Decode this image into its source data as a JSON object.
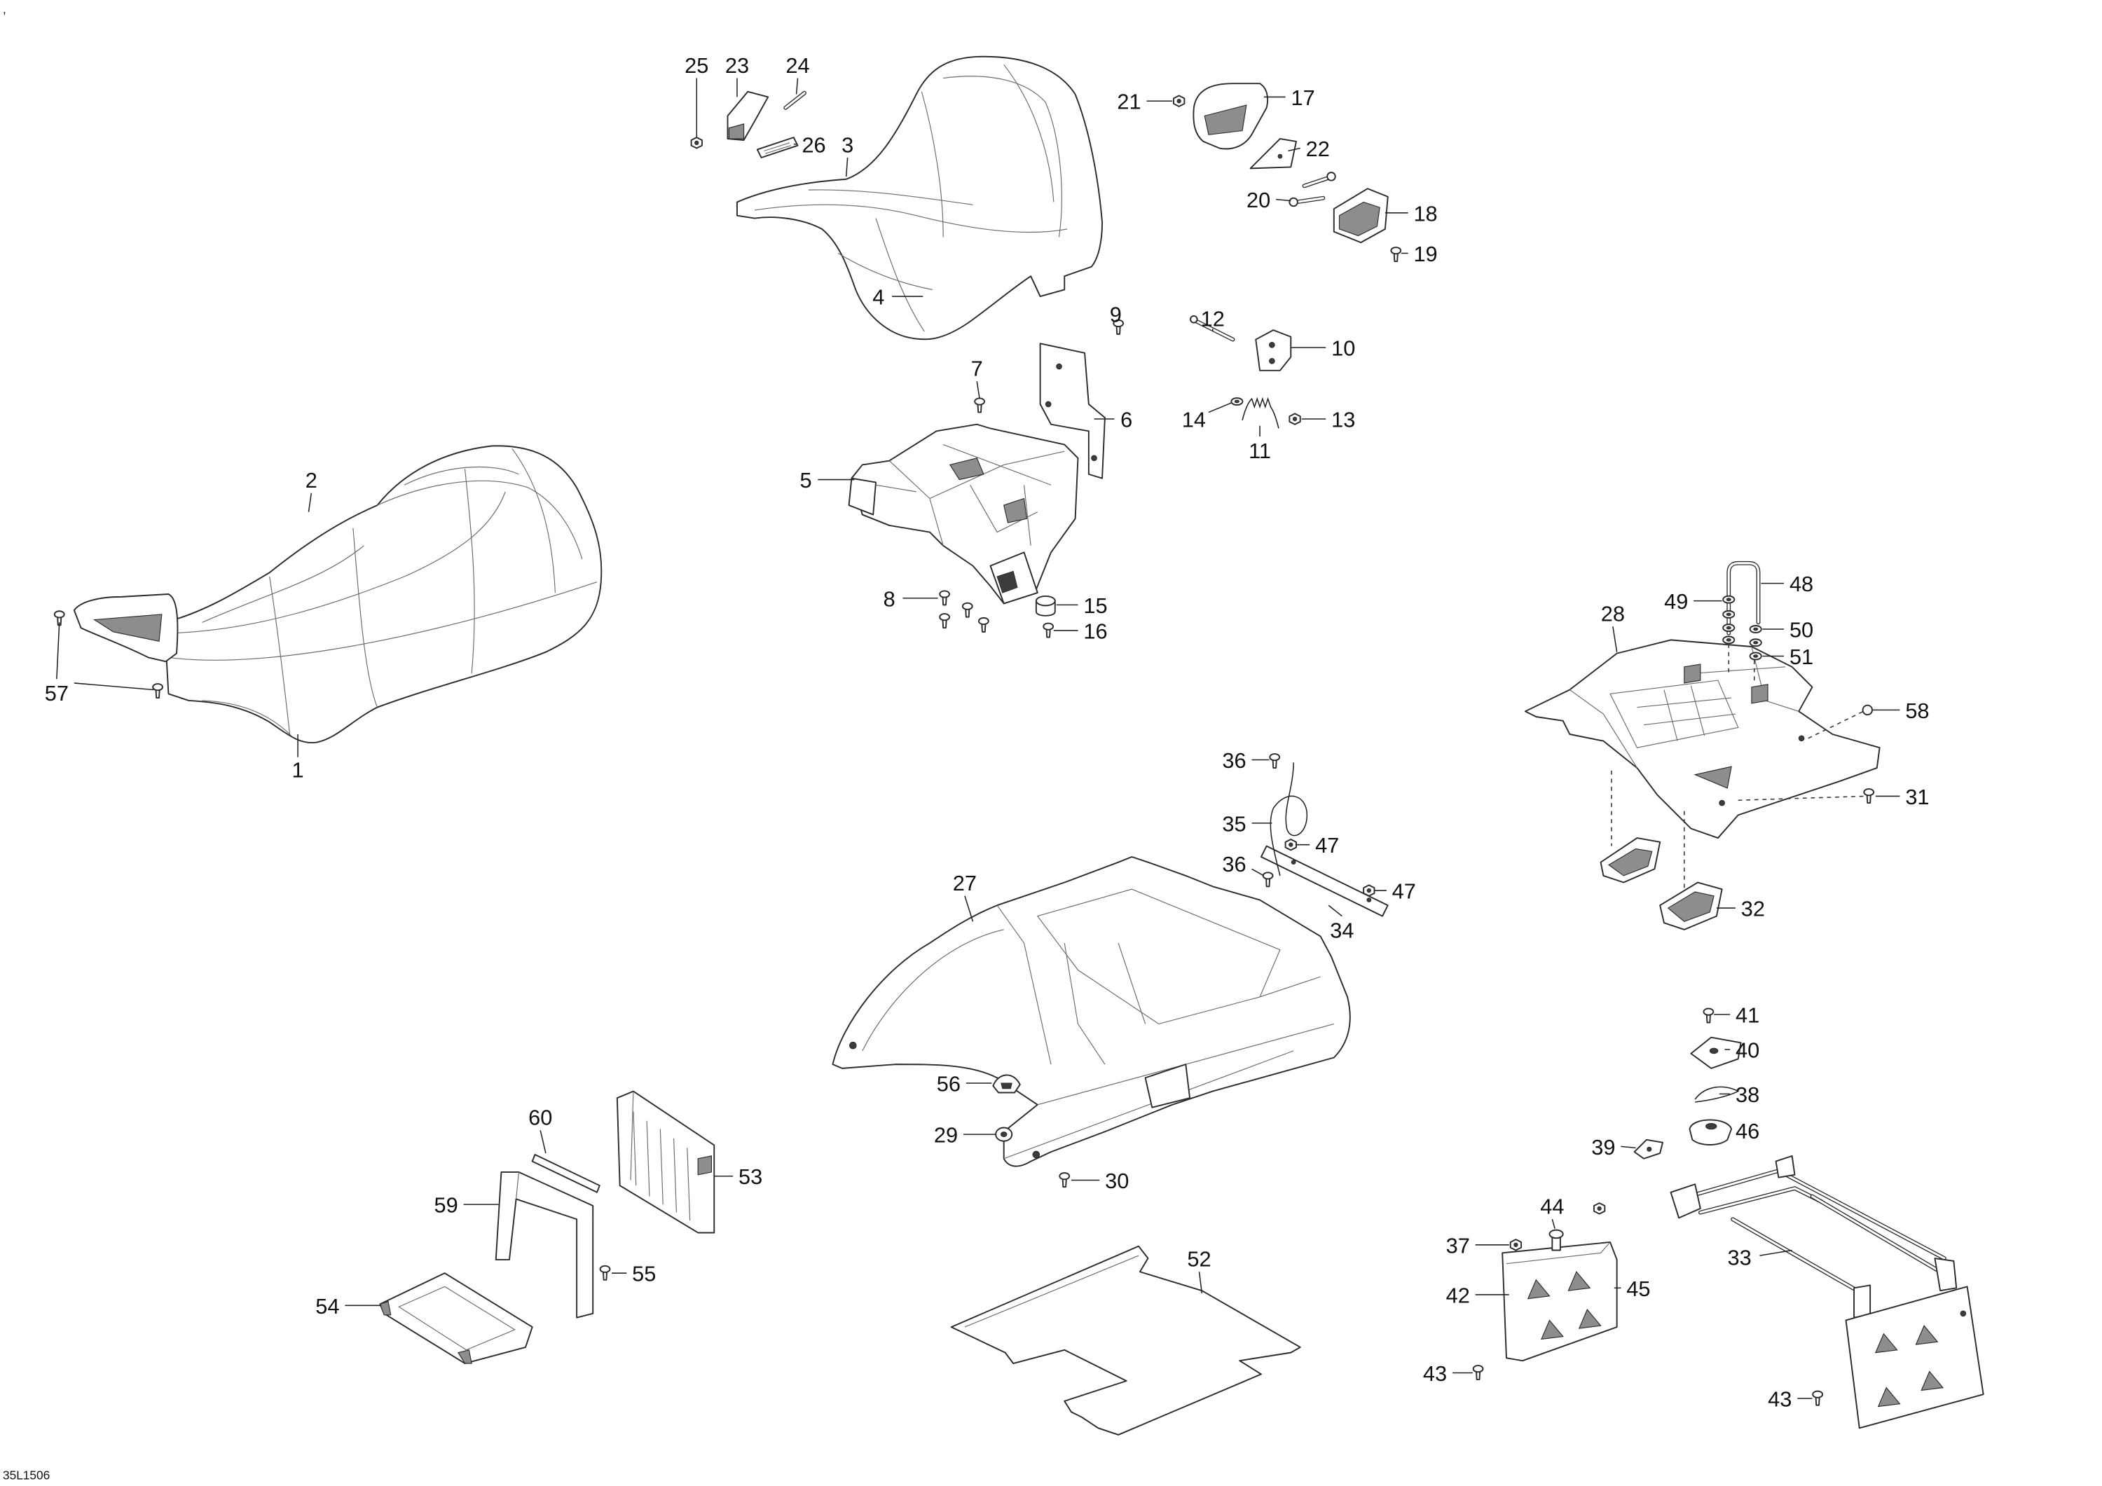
{
  "diagram": {
    "corner_mark": ",",
    "drawing_number": "35L1506",
    "callouts": [
      "1",
      "2",
      "3",
      "4",
      "5",
      "6",
      "7",
      "8",
      "9",
      "10",
      "11",
      "12",
      "13",
      "14",
      "15",
      "16",
      "17",
      "18",
      "19",
      "20",
      "21",
      "22",
      "23",
      "24",
      "25",
      "26",
      "27",
      "28",
      "29",
      "30",
      "31",
      "32",
      "33",
      "34",
      "35",
      "36",
      "36",
      "37",
      "38",
      "39",
      "40",
      "41",
      "42",
      "43",
      "43",
      "44",
      "45",
      "46",
      "47",
      "47",
      "48",
      "49",
      "50",
      "51",
      "52",
      "53",
      "54",
      "55",
      "56",
      "57",
      "58",
      "59",
      "60"
    ]
  }
}
